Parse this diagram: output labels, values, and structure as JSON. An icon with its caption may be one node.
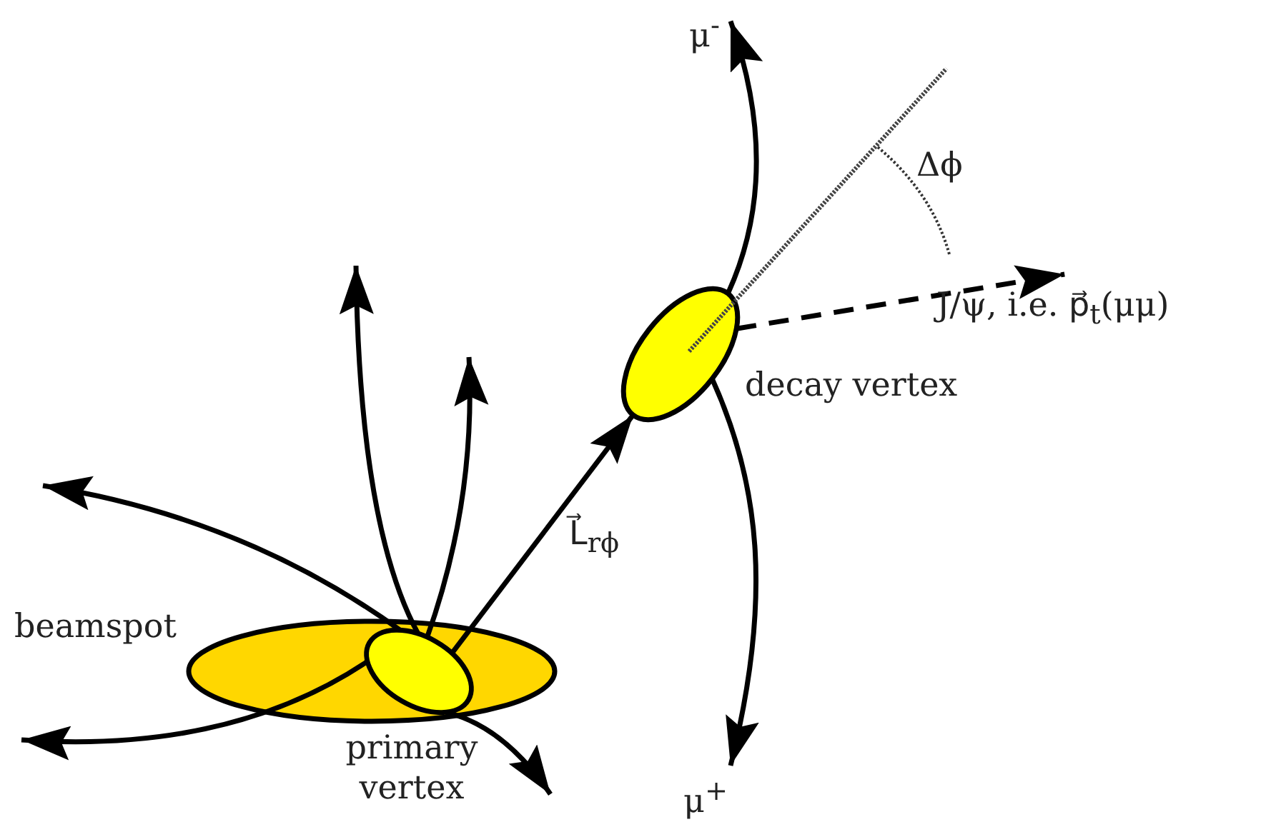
{
  "diagram": {
    "nodes": [
      {
        "text": [
          "beamspot"
        ]
      },
      {
        "text": [
          "primary vertex"
        ],
        "in": 0
      },
      {
        "text": [
          "decay vertex"
        ]
      },
      {
        "text": [
          "μ$^{-}$"
        ]
      },
      {
        "text": [
          "μ$^{+}$"
        ]
      },
      {
        "text": [
          "J/ψ, i.e. p⃗$_{t}$(μμ)"
        ]
      }
    ],
    "edges": [
      {
        "from": 1,
        "to": 2,
        "arrow": "to",
        "label": "L⃗$_{rϕ}$"
      },
      {
        "from": 2,
        "to": 3,
        "arrow": "to"
      },
      {
        "from": 2,
        "to": 4,
        "arrow": "to"
      },
      {
        "from": 2,
        "to": 5,
        "arrow": "to",
        "style": "dashed"
      },
      {
        "from": 1,
        "to": null,
        "arrow": "to"
      },
      {
        "from": 1,
        "to": null,
        "arrow": "to"
      },
      {
        "from": 1,
        "to": null,
        "arrow": "to"
      },
      {
        "from": 1,
        "to": null,
        "arrow": "to"
      },
      {
        "from": 1,
        "to": null,
        "arrow": "to"
      }
    ],
    "labels": [
      "Δϕ"
    ]
  }
}
